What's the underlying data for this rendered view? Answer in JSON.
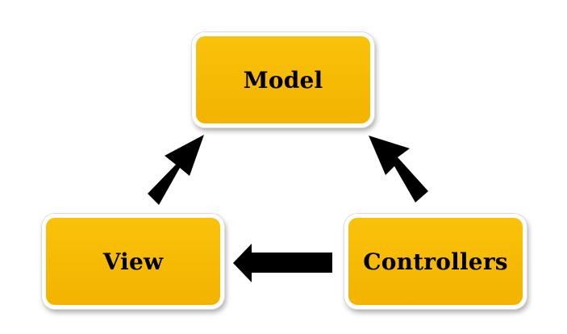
{
  "diagram": {
    "nodes": [
      {
        "id": "model",
        "label": "Model"
      },
      {
        "id": "view",
        "label": "View"
      },
      {
        "id": "controllers",
        "label": "Controllers"
      }
    ],
    "edges": [
      {
        "from": "view",
        "to": "model"
      },
      {
        "from": "controllers",
        "to": "model"
      },
      {
        "from": "controllers",
        "to": "view"
      }
    ],
    "colors": {
      "node_fill": "#f5b800",
      "node_border": "#ffffff",
      "arrow": "#000000",
      "text": "#000000"
    }
  }
}
